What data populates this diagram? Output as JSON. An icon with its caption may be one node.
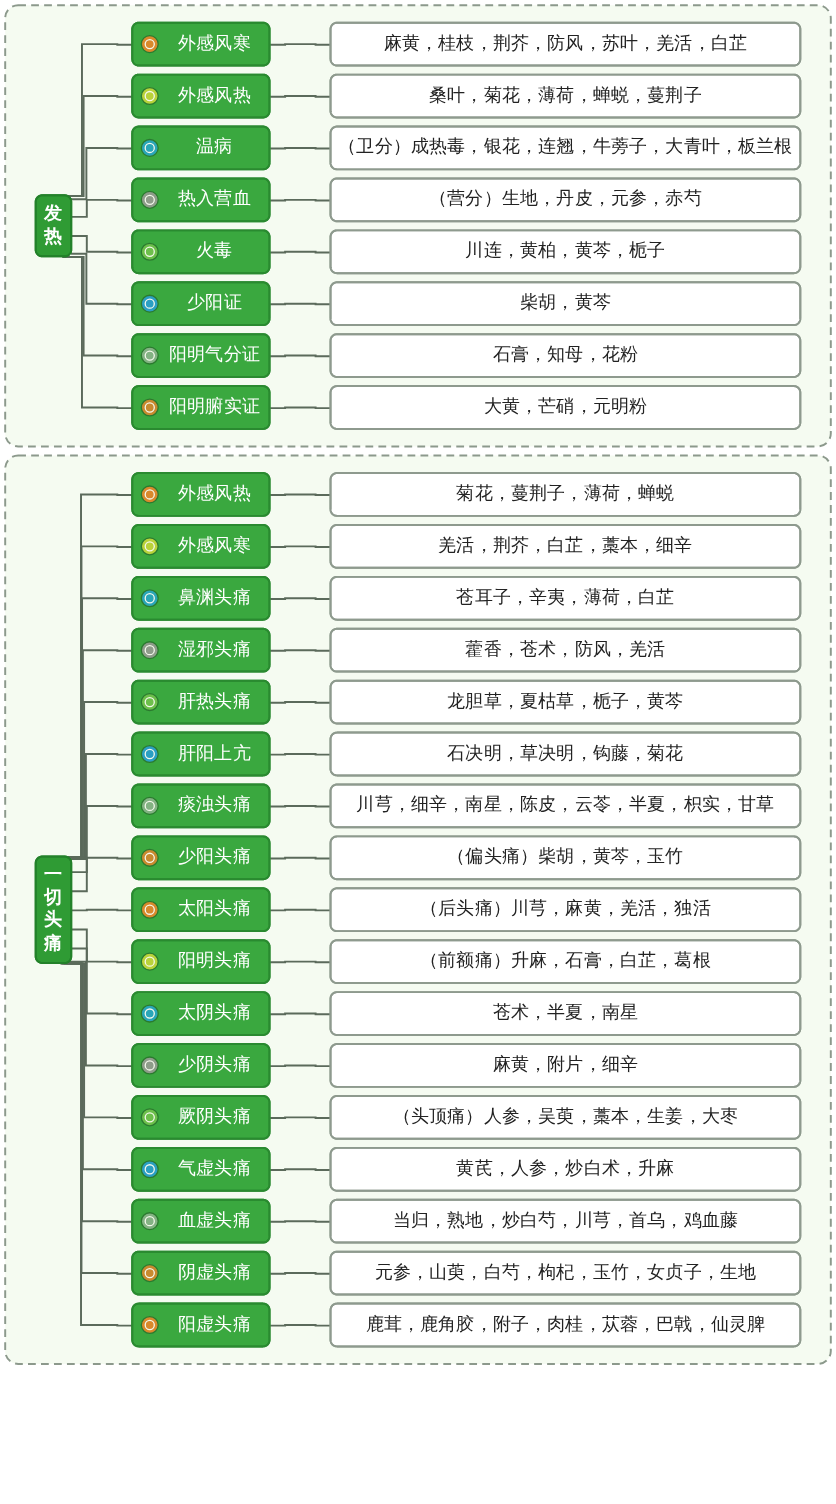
{
  "diagram": {
    "nodes": [
      {
        "text": [],
        "shape": "box"
      },
      {
        "text": [
          "发热"
        ],
        "in": 0
      },
      {
        "text": [
          "外感风寒"
        ],
        "in": 0
      },
      {
        "text": [
          "麻黄，桂枝，荆芥，防风，苏叶，羌活，白芷"
        ],
        "in": 0
      },
      {
        "text": [
          "外感风热"
        ],
        "in": 0
      },
      {
        "text": [
          "桑叶，菊花，薄荷，蝉蜕，蔓荆子"
        ],
        "in": 0
      },
      {
        "text": [
          "温病"
        ],
        "in": 0
      },
      {
        "text": [
          "（卫分）成热毒，银花，连翘，牛蒡子，大青叶，板兰根"
        ],
        "in": 0
      },
      {
        "text": [
          "热入营血"
        ],
        "in": 0
      },
      {
        "text": [
          "（营分）生地，丹皮，元参，赤芍"
        ],
        "in": 0
      },
      {
        "text": [
          "火毒"
        ],
        "in": 0
      },
      {
        "text": [
          "川连，黄柏，黄芩，栀子"
        ],
        "in": 0
      },
      {
        "text": [
          "少阳证"
        ],
        "in": 0
      },
      {
        "text": [
          "柴胡，黄芩"
        ],
        "in": 0
      },
      {
        "text": [
          "阳明气分证"
        ],
        "in": 0
      },
      {
        "text": [
          "石膏，知母，花粉"
        ],
        "in": 0
      },
      {
        "text": [
          "阳明腑实证"
        ],
        "in": 0
      },
      {
        "text": [
          "大黄，芒硝，元明粉"
        ],
        "in": 0
      },
      {
        "text": [],
        "shape": "box"
      },
      {
        "text": [
          "一切头痛"
        ],
        "in": 18
      },
      {
        "text": [
          "外感风热"
        ],
        "in": 18
      },
      {
        "text": [
          "菊花，蔓荆子，薄荷，蝉蜕"
        ],
        "in": 18
      },
      {
        "text": [
          "外感风寒"
        ],
        "in": 18
      },
      {
        "text": [
          "羌活，荆芥，白芷，藁本，细辛"
        ],
        "in": 18
      },
      {
        "text": [
          "鼻渊头痛"
        ],
        "in": 18
      },
      {
        "text": [
          "苍耳子，辛夷，薄荷，白芷"
        ],
        "in": 18
      },
      {
        "text": [
          "湿邪头痛"
        ],
        "in": 18
      },
      {
        "text": [
          "藿香，苍术，防风，羌活"
        ],
        "in": 18
      },
      {
        "text": [
          "肝热头痛"
        ],
        "in": 18
      },
      {
        "text": [
          "龙胆草，夏枯草，栀子，黄芩"
        ],
        "in": 18
      },
      {
        "text": [
          "肝阳上亢"
        ],
        "in": 18
      },
      {
        "text": [
          "石决明，草决明，钩藤，菊花"
        ],
        "in": 18
      },
      {
        "text": [
          "痰浊头痛"
        ],
        "in": 18
      },
      {
        "text": [
          "川芎，细辛，南星，陈皮，云苓，半夏，枳实，甘草"
        ],
        "in": 18
      },
      {
        "text": [
          "少阳头痛"
        ],
        "in": 18
      },
      {
        "text": [
          "（偏头痛）柴胡，黄芩，玉竹"
        ],
        "in": 18
      },
      {
        "text": [
          "太阳头痛"
        ],
        "in": 18
      },
      {
        "text": [
          "（后头痛）川芎，麻黄，羌活，独活"
        ],
        "in": 18
      },
      {
        "text": [
          "阳明头痛"
        ],
        "in": 18
      },
      {
        "text": [
          "（前额痛）升麻，石膏，白芷，葛根"
        ],
        "in": 18
      },
      {
        "text": [
          "太阴头痛"
        ],
        "in": 18
      },
      {
        "text": [
          "苍术，半夏，南星"
        ],
        "in": 18
      },
      {
        "text": [
          "少阴头痛"
        ],
        "in": 18
      },
      {
        "text": [
          "麻黄，附片，细辛"
        ],
        "in": 18
      },
      {
        "text": [
          "厥阴头痛"
        ],
        "in": 18
      },
      {
        "text": [
          "（头顶痛）人参，吴萸，藁本，生姜，大枣"
        ],
        "in": 18
      },
      {
        "text": [
          "气虚头痛"
        ],
        "in": 18
      },
      {
        "text": [
          "黄芪，人参，炒白术，升麻"
        ],
        "in": 18
      },
      {
        "text": [
          "血虚头痛"
        ],
        "in": 18
      },
      {
        "text": [
          "当归，熟地，炒白芍，川芎，首乌，鸡血藤"
        ],
        "in": 18
      },
      {
        "text": [
          "阴虚头痛"
        ],
        "in": 18
      },
      {
        "text": [
          "元参，山萸，白芍，枸杞，玉竹，女贞子，生地"
        ],
        "in": 18
      },
      {
        "text": [
          "阳虚头痛"
        ],
        "in": 18
      },
      {
        "text": [
          "鹿茸，鹿角胶，附子，肉桂，苁蓉，巴戟，仙灵脾"
        ],
        "in": 18
      }
    ],
    "edges": [
      {
        "from": 1,
        "to": 2,
        "arrow": "none"
      },
      {
        "from": 2,
        "to": 3,
        "arrow": "none"
      },
      {
        "from": 1,
        "to": 4,
        "arrow": "none"
      },
      {
        "from": 4,
        "to": 5,
        "arrow": "none"
      },
      {
        "from": 1,
        "to": 6,
        "arrow": "none"
      },
      {
        "from": 6,
        "to": 7,
        "arrow": "none"
      },
      {
        "from": 1,
        "to": 8,
        "arrow": "none"
      },
      {
        "from": 8,
        "to": 9,
        "arrow": "none"
      },
      {
        "from": 1,
        "to": 10,
        "arrow": "none"
      },
      {
        "from": 10,
        "to": 11,
        "arrow": "none"
      },
      {
        "from": 1,
        "to": 12,
        "arrow": "none"
      },
      {
        "from": 12,
        "to": 13,
        "arrow": "none"
      },
      {
        "from": 1,
        "to": 14,
        "arrow": "none"
      },
      {
        "from": 14,
        "to": 15,
        "arrow": "none"
      },
      {
        "from": 1,
        "to": 16,
        "arrow": "none"
      },
      {
        "from": 16,
        "to": 17,
        "arrow": "none"
      },
      {
        "from": 19,
        "to": 20,
        "arrow": "none"
      },
      {
        "from": 20,
        "to": 21,
        "arrow": "none"
      },
      {
        "from": 19,
        "to": 22,
        "arrow": "none"
      },
      {
        "from": 22,
        "to": 23,
        "arrow": "none"
      },
      {
        "from": 19,
        "to": 24,
        "arrow": "none"
      },
      {
        "from": 24,
        "to": 25,
        "arrow": "none"
      },
      {
        "from": 19,
        "to": 26,
        "arrow": "none"
      },
      {
        "from": 26,
        "to": 27,
        "arrow": "none"
      },
      {
        "from": 19,
        "to": 28,
        "arrow": "none"
      },
      {
        "from": 28,
        "to": 29,
        "arrow": "none"
      },
      {
        "from": 19,
        "to": 30,
        "arrow": "none"
      },
      {
        "from": 30,
        "to": 31,
        "arrow": "none"
      },
      {
        "from": 19,
        "to": 32,
        "arrow": "none"
      },
      {
        "from": 32,
        "to": 33,
        "arrow": "none"
      },
      {
        "from": 19,
        "to": 34,
        "arrow": "none"
      },
      {
        "from": 34,
        "to": 35,
        "arrow": "none"
      },
      {
        "from": 19,
        "to": 36,
        "arrow": "none"
      },
      {
        "from": 36,
        "to": 37,
        "arrow": "none"
      },
      {
        "from": 19,
        "to": 38,
        "arrow": "none"
      },
      {
        "from": 38,
        "to": 39,
        "arrow": "none"
      },
      {
        "from": 19,
        "to": 40,
        "arrow": "none"
      },
      {
        "from": 40,
        "to": 41,
        "arrow": "none"
      },
      {
        "from": 19,
        "to": 42,
        "arrow": "none"
      },
      {
        "from": 42,
        "to": 43,
        "arrow": "none"
      },
      {
        "from": 19,
        "to": 44,
        "arrow": "none"
      },
      {
        "from": 44,
        "to": 45,
        "arrow": "none"
      },
      {
        "from": 19,
        "to": 46,
        "arrow": "none"
      },
      {
        "from": 46,
        "to": 47,
        "arrow": "none"
      },
      {
        "from": 19,
        "to": 48,
        "arrow": "none"
      },
      {
        "from": 48,
        "to": 49,
        "arrow": "none"
      },
      {
        "from": 19,
        "to": 50,
        "arrow": "none"
      },
      {
        "from": 50,
        "to": 51,
        "arrow": "none"
      },
      {
        "from": 19,
        "to": 52,
        "arrow": "none"
      },
      {
        "from": 52,
        "to": 53,
        "arrow": "none"
      }
    ]
  }
}
